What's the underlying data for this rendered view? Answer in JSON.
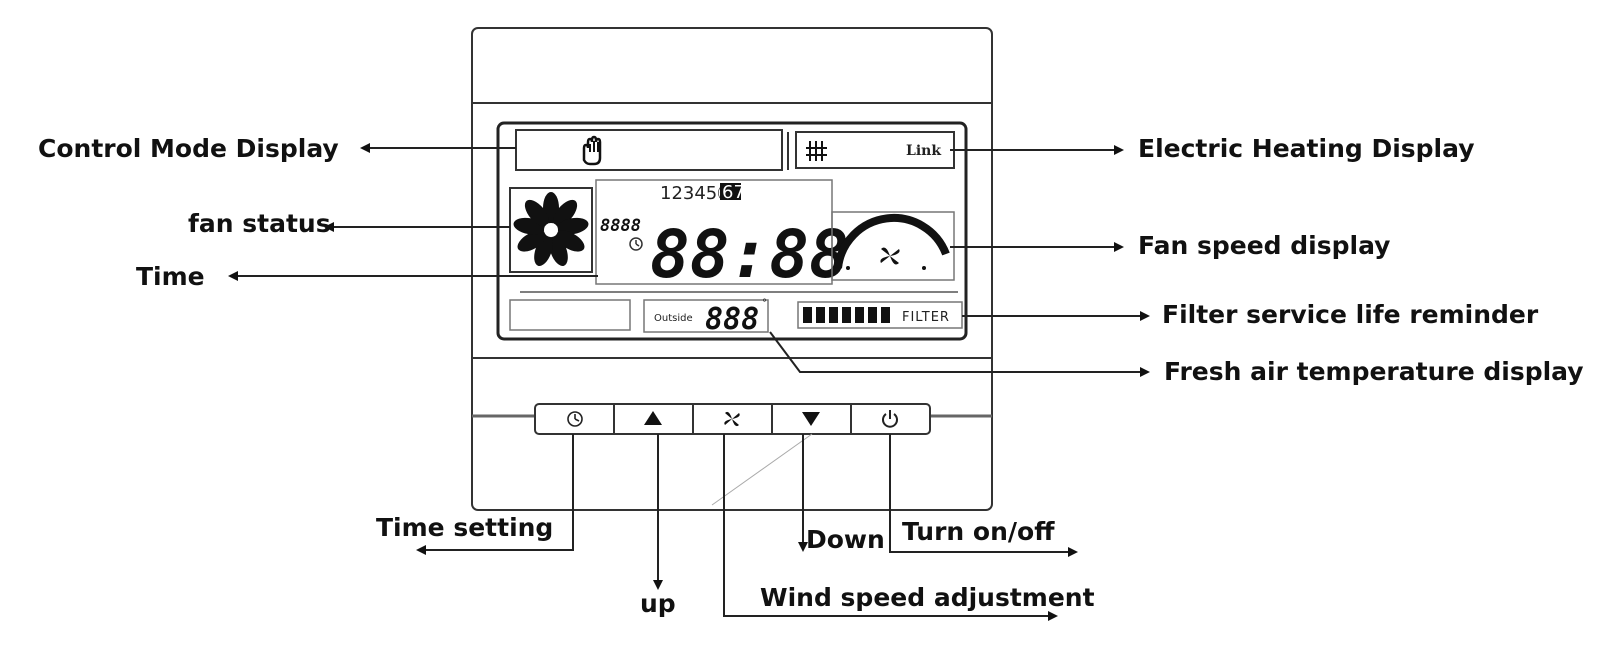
{
  "labels": {
    "control_mode": "Control Mode Display",
    "electric_heating": "Electric Heating Display",
    "fan_status": "fan status",
    "fan_speed": "Fan speed display",
    "time": "Time",
    "filter_reminder": "Filter service life reminder",
    "fresh_air_temp": "Fresh air temperature display",
    "time_setting": "Time setting",
    "up": "up",
    "down": "Down",
    "turn_on_off": "Turn on/off",
    "wind_speed": "Wind speed adjustment"
  },
  "lcd": {
    "link": "Link",
    "days": "12345",
    "days_highlighted": "67",
    "small_digits": "8888",
    "clock_digits": "88:88",
    "outside_label": "Outside",
    "outside_digits": "888",
    "outside_unit": "°",
    "filter_label": "FILTER"
  },
  "icons": {
    "control_mode": "hand-icon",
    "heating": "heater-icon",
    "fan": "flower-fan-icon",
    "fan_speed": "fan-speed-gauge-icon",
    "timer": "clock-icon"
  },
  "buttons": [
    {
      "name": "time-setting-button",
      "icon": "clock-icon"
    },
    {
      "name": "up-button",
      "icon": "triangle-up-icon"
    },
    {
      "name": "fan-speed-button",
      "icon": "fan-icon"
    },
    {
      "name": "down-button",
      "icon": "triangle-down-icon"
    },
    {
      "name": "power-button",
      "icon": "power-icon"
    }
  ]
}
